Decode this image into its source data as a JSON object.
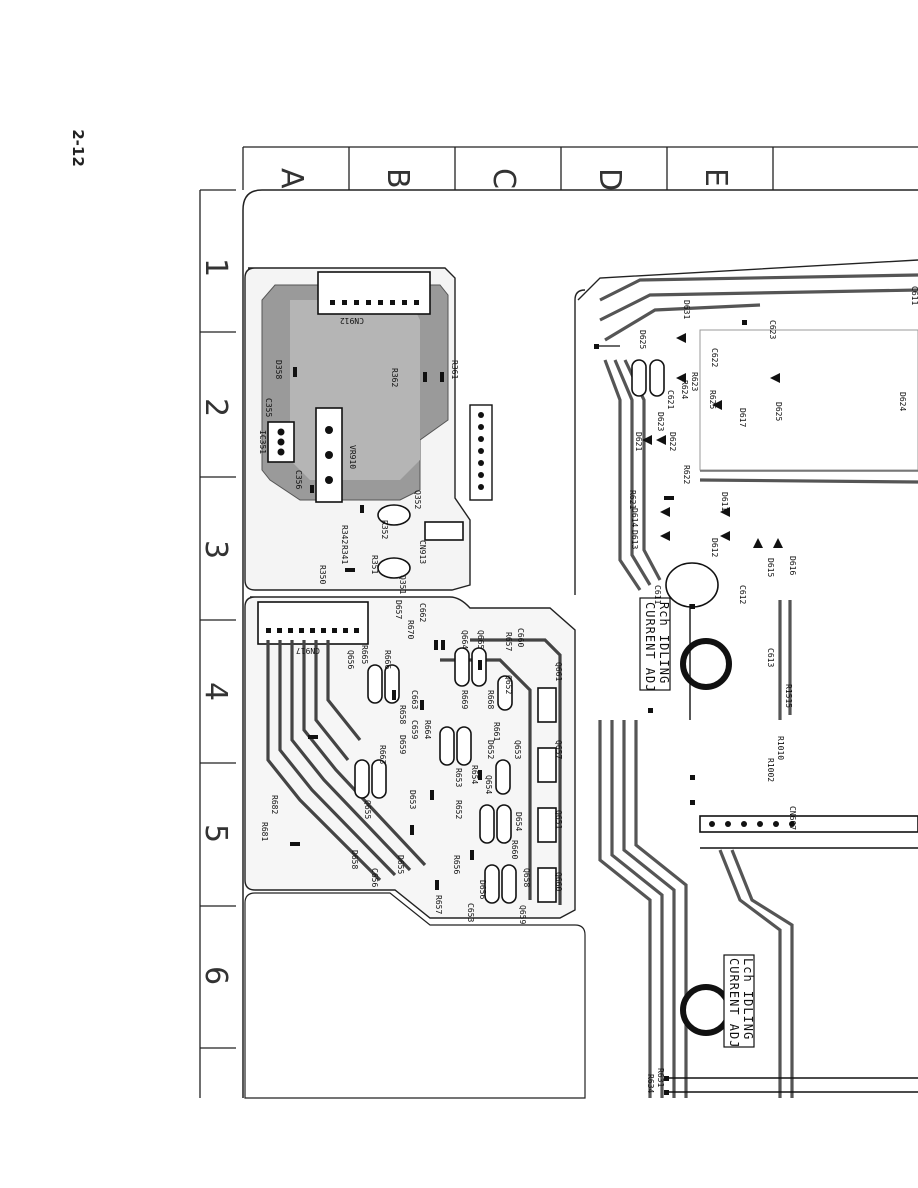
{
  "page_number": "2-12",
  "column_labels": [
    "A",
    "B",
    "C",
    "D",
    "E"
  ],
  "row_labels": [
    "1",
    "2",
    "3",
    "4",
    "5",
    "6"
  ],
  "notes": {
    "rch_idling": [
      "Rch IDLING",
      "CURRENT ADJ"
    ],
    "lch_idling": [
      "Lch IDLING",
      "CURRENT ADJ"
    ]
  },
  "connectors": {
    "cn912": "CN912",
    "cn917": "CN917",
    "cn607": "CN607",
    "vr910": "VR910",
    "ic351": "IC351"
  },
  "refs_upper_left": [
    "R361",
    "R362",
    "D358",
    "C355",
    "C356",
    "Q352",
    "R342",
    "R341",
    "R350",
    "Q351",
    "R351",
    "R352",
    "CN913"
  ],
  "refs_lower_left": [
    "C660",
    "R670",
    "D657",
    "C662",
    "Q661",
    "R657",
    "Q664",
    "Q665",
    "R668",
    "R666",
    "R669",
    "D652",
    "Q652",
    "Q657",
    "R665",
    "C663",
    "R658",
    "R664",
    "C659",
    "D659",
    "Q656",
    "R661",
    "R653",
    "R654",
    "D653",
    "Q653",
    "Q651",
    "Q654",
    "Q655",
    "R663",
    "R652",
    "D654",
    "R682",
    "R681",
    "D658",
    "C656",
    "R657",
    "D655",
    "R656",
    "C653",
    "D656",
    "Q658",
    "Q659",
    "R660",
    "Q660"
  ],
  "refs_right": [
    "D631",
    "D625",
    "D624",
    "R623",
    "R624",
    "C622",
    "C621",
    "D623",
    "R625",
    "D617",
    "D625",
    "D621",
    "D622",
    "R622",
    "R621",
    "D611",
    "D614",
    "D613",
    "D612",
    "D615",
    "D616",
    "C611",
    "C612",
    "C613",
    "R1515",
    "R1010",
    "R1002",
    "R631",
    "R634",
    "C611",
    "C623"
  ]
}
